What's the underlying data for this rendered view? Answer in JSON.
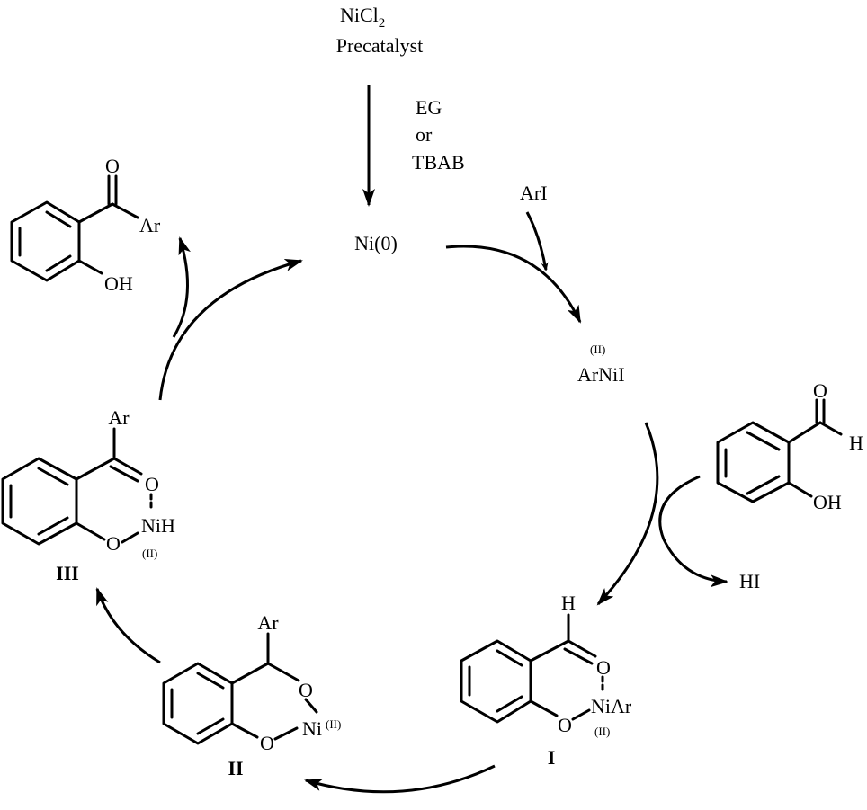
{
  "top": {
    "precatalyst_formula": "NiCl",
    "precatalyst_sub": "2",
    "precatalyst_label": "Precatalyst",
    "reagent_1": "EG",
    "reagent_or": "or",
    "reagent_2": "TBAB"
  },
  "cycle": {
    "ni0": "Ni(0)",
    "aryl_iodide": "ArI",
    "arnii": "ArNiI",
    "arnii_ox": "(II)",
    "byproduct": "HI"
  },
  "salicylaldehyde": {
    "o": "O",
    "h": "H",
    "oh": "OH"
  },
  "product": {
    "o": "O",
    "ar": "Ar",
    "oh": "OH"
  },
  "intermediate_I": {
    "label": "I",
    "h": "H",
    "o1": "O",
    "o2": "O",
    "ni": "NiAr",
    "ox": "(II)"
  },
  "intermediate_II": {
    "label": "II",
    "ar": "Ar",
    "o1": "O",
    "o2": "O",
    "ni": "Ni",
    "ox": "(II)"
  },
  "intermediate_III": {
    "label": "III",
    "ar": "Ar",
    "o1": "O",
    "o2": "O",
    "ni": "NiH",
    "ox": "(II)"
  }
}
